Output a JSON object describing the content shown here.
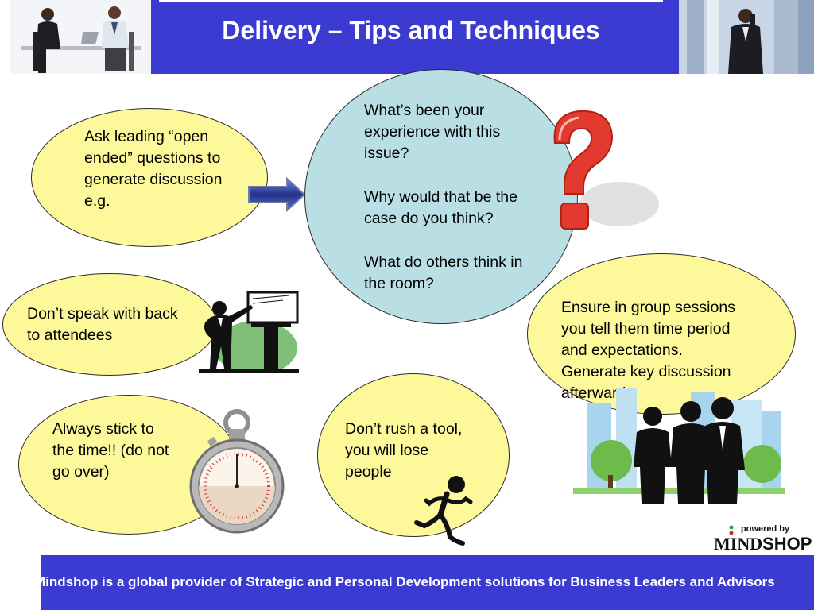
{
  "slide": {
    "title": "Delivery – Tips and Techniques",
    "bubbles": {
      "open_questions": "Ask leading “open\nended” questions to\ngenerate discussion\ne.g.",
      "examples_line1": "What’s been your\nexperience with this\nissue?",
      "examples_line2": "Why would that be the\ncase do you think?",
      "examples_line3": "What do others think in\nthe room?",
      "dont_speak_back": "Don’t speak with back\nto attendees",
      "group_sessions": "Ensure in group sessions\nyou tell them time period\nand expectations.\nGenerate key discussion\nafterwards",
      "stick_to_time": "Always stick to\nthe time!! (do not\ngo over)",
      "dont_rush": "Don’t rush a tool,\nyou will lose\npeople"
    },
    "footer": "Mindshop is a global provider of Strategic and Personal Development solutions for Business Leaders and Advisors",
    "logo": {
      "powered_by": "powered by",
      "brand_left": "MIND",
      "brand_right": "SHOP"
    }
  },
  "colors": {
    "header_blue": "#3b3bd1",
    "bubble_yellow": "#fdf89a",
    "bubble_blue": "#b9dfe4",
    "question_mark_red": "#e23a2e"
  },
  "icons": [
    "meeting-photo",
    "businessman-phone-photo",
    "arrow-right-icon",
    "question-mark-icon",
    "presenter-icon",
    "stopwatch-icon",
    "running-figure-icon",
    "business-team-icon",
    "logo-dots-icon"
  ]
}
